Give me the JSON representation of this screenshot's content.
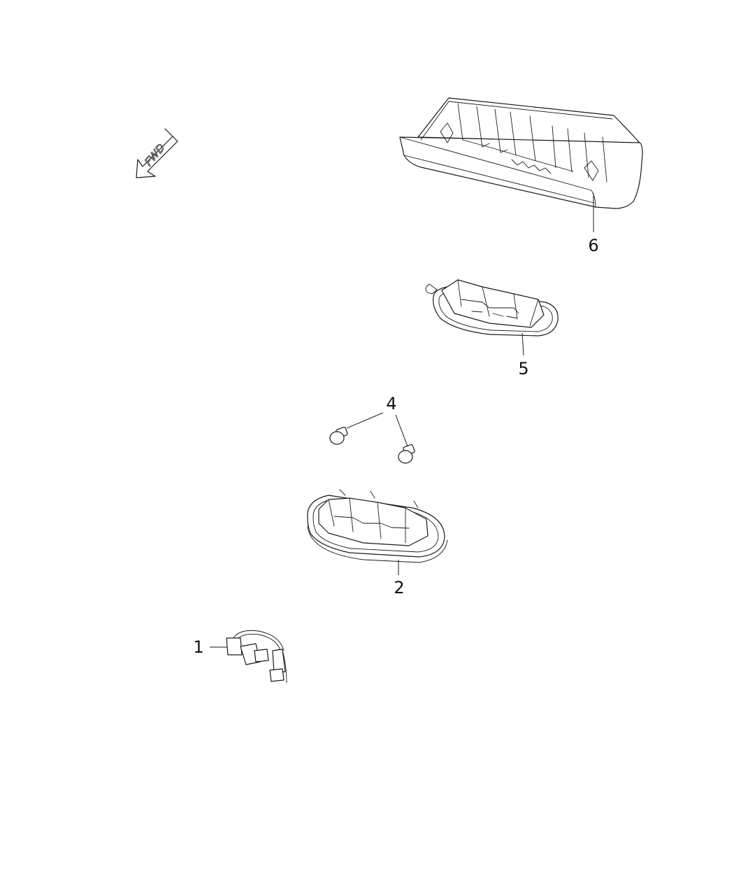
{
  "diagram": {
    "direction_indicator": {
      "label": "FWD",
      "icon": "forward-arrow-icon"
    },
    "callouts": [
      {
        "number": "1",
        "part": "wiring-harness"
      },
      {
        "number": "2",
        "part": "overhead-console-lamp-base"
      },
      {
        "number": "4",
        "part": "bulbs"
      },
      {
        "number": "5",
        "part": "overhead-console-lamp"
      },
      {
        "number": "6",
        "part": "overhead-console-bezel"
      }
    ]
  }
}
